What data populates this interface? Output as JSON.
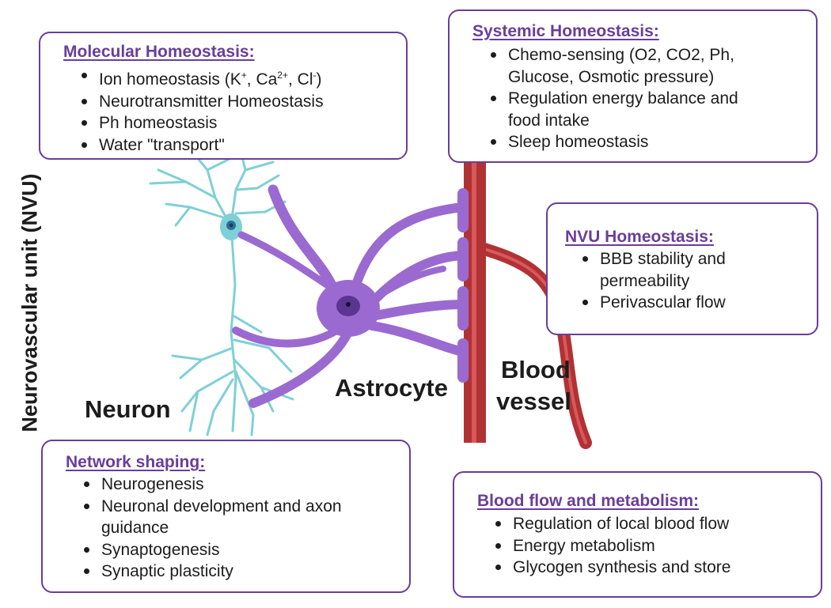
{
  "side_label": "Neurovascular unit (NVU)",
  "labels": {
    "neuron": "Neuron",
    "astrocyte": "Astrocyte",
    "blood_vessel_line1": "Blood",
    "blood_vessel_line2": "vessel"
  },
  "boxes": {
    "molecular": {
      "title": "Molecular Homeostasis:",
      "items": [
        "Ion homeostasis (K⁺, Ca²⁺, Cl⁻)",
        "Neurotransmitter Homeostasis",
        "Ph homeostasis",
        "Water \"transport\""
      ]
    },
    "systemic": {
      "title": "Systemic Homeostasis:",
      "items": [
        "Chemo-sensing (O2, CO2, Ph, Glucose, Osmotic pressure)",
        "Regulation energy balance and food intake",
        "Sleep homeostasis"
      ]
    },
    "nvu": {
      "title": "NVU Homeostasis:",
      "items": [
        "BBB stability and permeability",
        "Perivascular flow"
      ]
    },
    "network": {
      "title": "Network shaping:",
      "items": [
        "Neurogenesis",
        "Neuronal development and axon guidance",
        "Synaptogenesis",
        "Synaptic plasticity"
      ]
    },
    "bloodflow": {
      "title": "Blood flow and metabolism:",
      "items": [
        "Regulation of local blood flow",
        "Energy metabolism",
        "Glycogen synthesis and store"
      ]
    }
  },
  "colors": {
    "box_border": "#6a3d9a",
    "neuron": "#7fd0d6",
    "astrocyte": "#9b6ad0",
    "vessel": "#b03235"
  }
}
